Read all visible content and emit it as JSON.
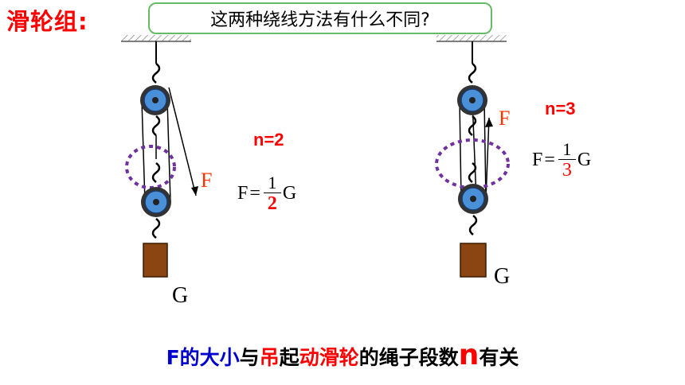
{
  "title": "滑轮组:",
  "question": "这两种绕线方法有什么不同?",
  "left": {
    "force_label": "F",
    "n_label": "n=2",
    "formula_prefix": "F",
    "formula_eq": "=",
    "formula_num": "1",
    "formula_den": "2",
    "formula_suffix": "G",
    "weight_label": "G"
  },
  "right": {
    "force_label": "F",
    "n_label": "n=3",
    "formula_prefix": "F",
    "formula_eq": "=",
    "formula_num": "1",
    "formula_den": "3",
    "formula_suffix": "G",
    "weight_label": "G"
  },
  "conclusion": {
    "part1": "F的大小",
    "part2": "与",
    "part3": "吊",
    "part4": "起",
    "part5": "动滑轮",
    "part6": "的绳子段数",
    "part7": "n",
    "part8": "有关"
  },
  "colors": {
    "title": "#ff0000",
    "pulley_fill": "#4a90d9",
    "dashed_circle": "#7030a0",
    "weight": "#8b4513",
    "box_border": "#66bb66"
  }
}
